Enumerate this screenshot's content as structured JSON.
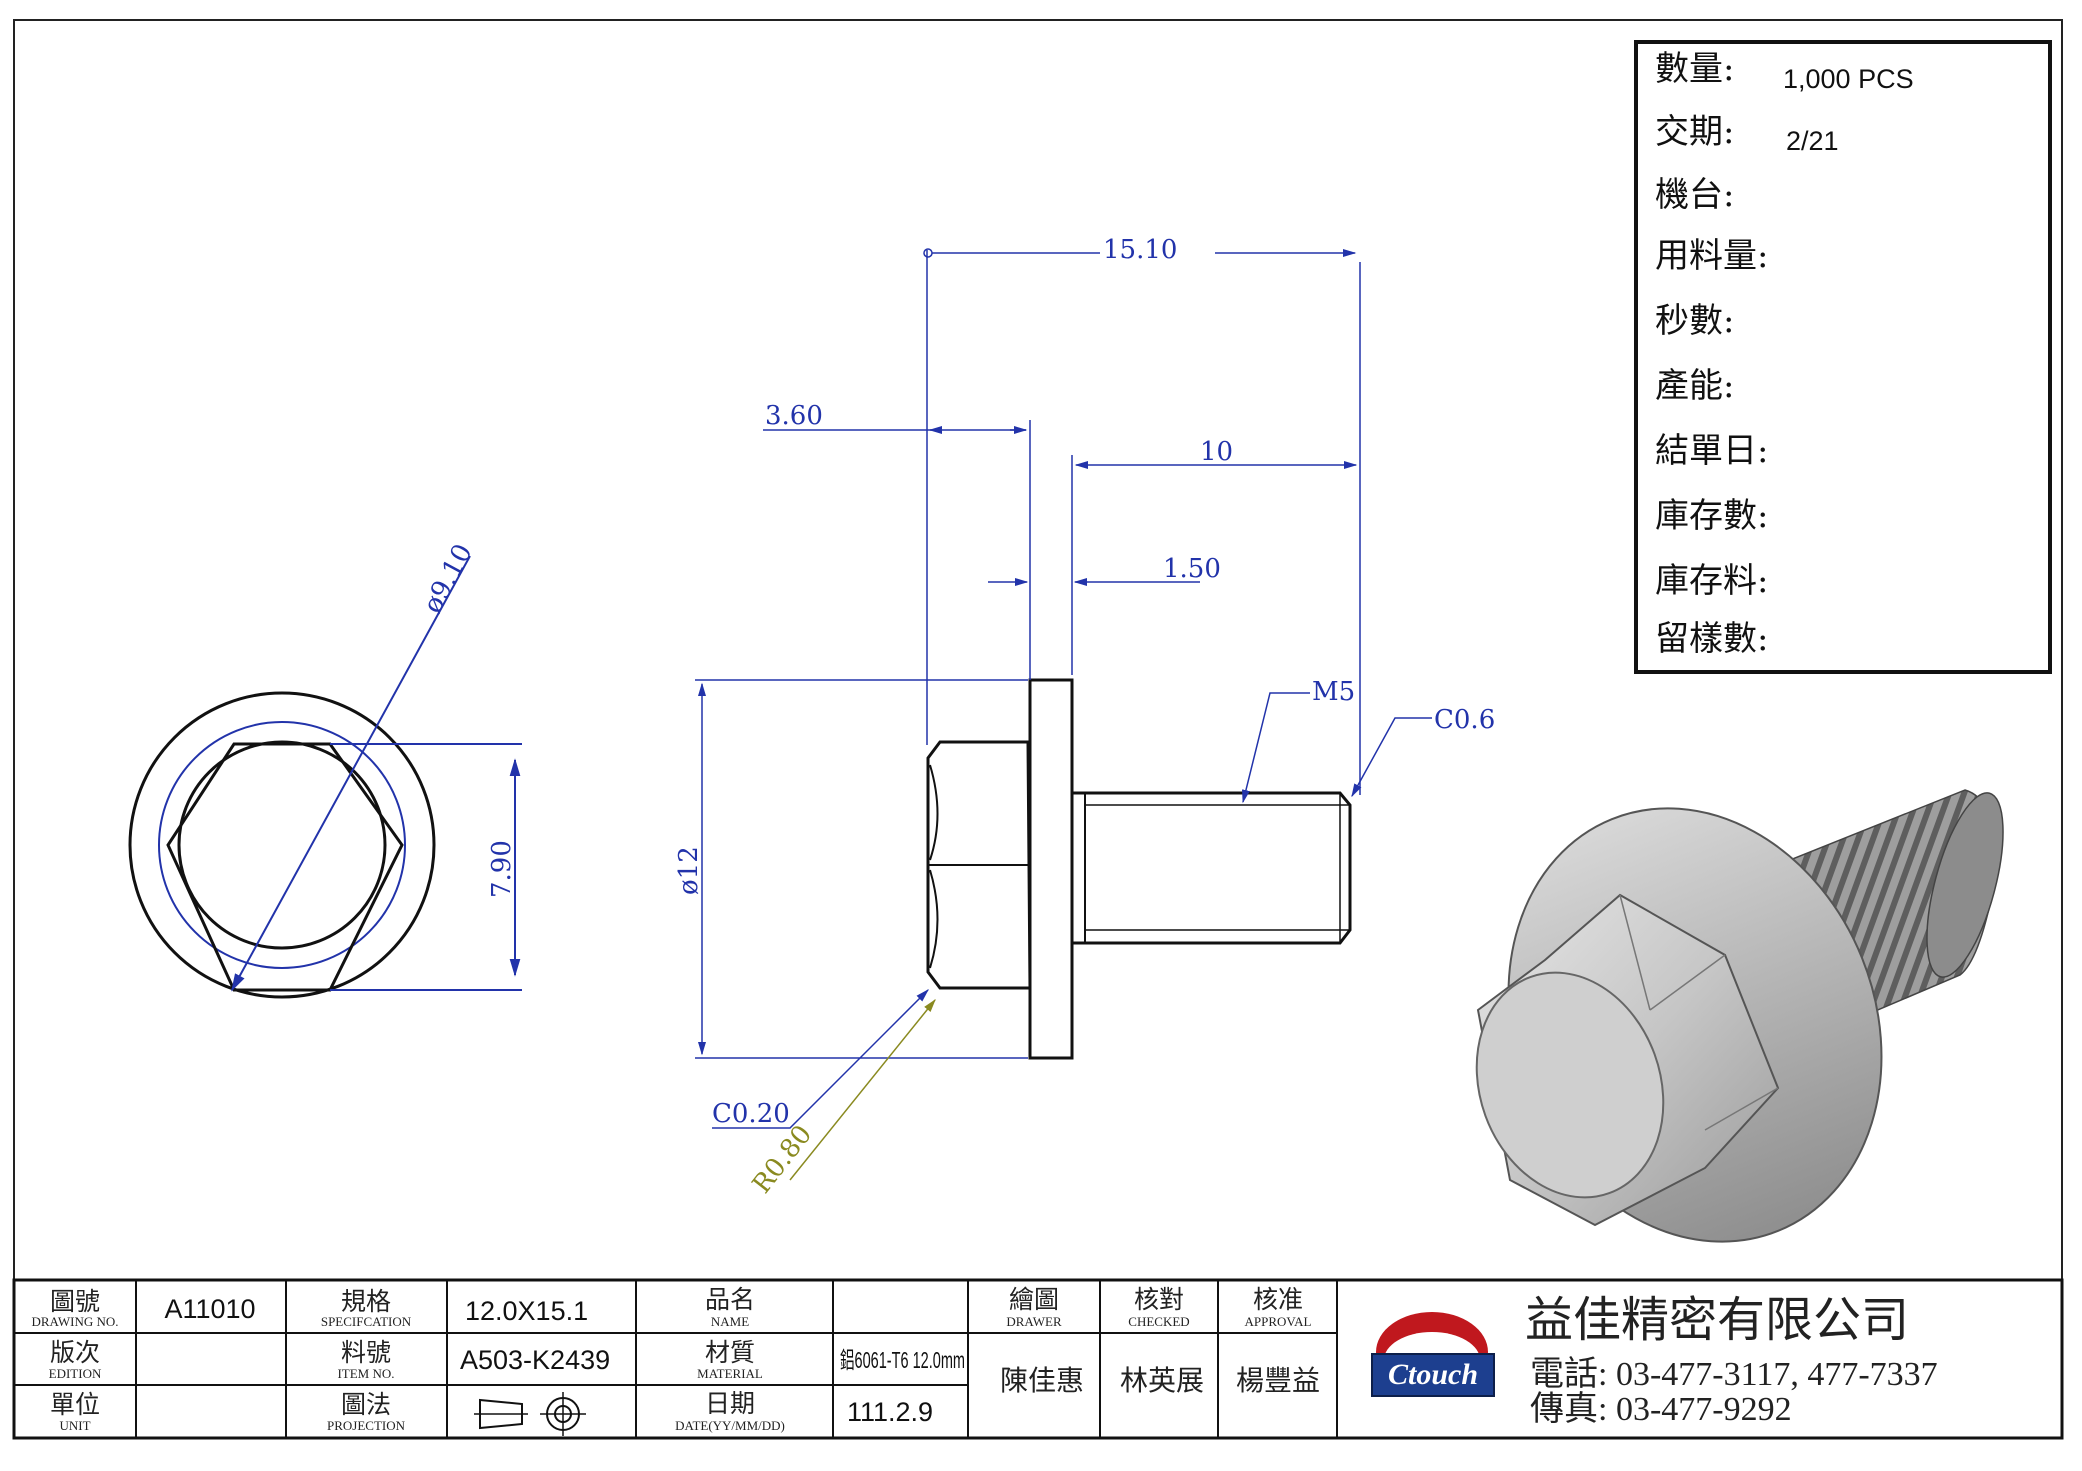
{
  "info_box": {
    "rows": [
      {
        "label": "數量:",
        "value": "1,000 PCS"
      },
      {
        "label": "交期:",
        "value": "2/21"
      },
      {
        "label": "機台:",
        "value": ""
      },
      {
        "label": "用料量:",
        "value": ""
      },
      {
        "label": "秒數:",
        "value": ""
      },
      {
        "label": "產能:",
        "value": ""
      },
      {
        "label": "結單日:",
        "value": ""
      },
      {
        "label": "庫存數:",
        "value": ""
      },
      {
        "label": "庫存料:",
        "value": ""
      },
      {
        "label": "留樣數:",
        "value": ""
      }
    ]
  },
  "dimensions": {
    "overall_length": "15.10",
    "head_height": "3.60",
    "thread_length": "10",
    "flange_thickness": "1.50",
    "thread_spec": "M5",
    "thread_chamfer": "C0.6",
    "flange_diameter": "ø12",
    "head_chamfer": "C0.20",
    "fillet_radius": "R0.80",
    "circle_diameter": "ø9.10",
    "across_flats": "7.90"
  },
  "title_block": {
    "drawing_no": {
      "zh": "圖號",
      "en": "DRAWING NO.",
      "value": "A11010"
    },
    "edition": {
      "zh": "版次",
      "en": "EDITION",
      "value": ""
    },
    "unit": {
      "zh": "單位",
      "en": "UNIT",
      "value": ""
    },
    "specification": {
      "zh": "規格",
      "en": "SPECIFCATION",
      "value": "12.0X15.1"
    },
    "item_no": {
      "zh": "料號",
      "en": "ITEM NO.",
      "value": "A503-K2439"
    },
    "projection": {
      "zh": "圖法",
      "en": "PROJECTION"
    },
    "name": {
      "zh": "品名",
      "en": "NAME",
      "value": ""
    },
    "material": {
      "zh": "材質",
      "en": "MATERIAL",
      "value": "鋁6061-T6 12.0mm"
    },
    "date": {
      "zh": "日期",
      "en": "DATE(YY/MM/DD)",
      "value": "111.2.9"
    },
    "drawer": {
      "zh": "繪圖",
      "en": "DRAWER",
      "value": "陳佳惠"
    },
    "checked": {
      "zh": "核對",
      "en": "CHECKED",
      "value": "林英展"
    },
    "approval": {
      "zh": "核准",
      "en": "APPROVAL",
      "value": "楊豐益"
    },
    "company": {
      "name": "益佳精密有限公司",
      "tel": "電話: 03-477-3117, 477-7337",
      "fax": "傳真: 03-477-9292",
      "logo_text": "Ctouch"
    }
  },
  "colors": {
    "dimension": "#2233aa",
    "leader_olive": "#8a8a20",
    "outline": "#111111",
    "logo_red": "#c0181e",
    "logo_blue": "#1d3f8f"
  }
}
